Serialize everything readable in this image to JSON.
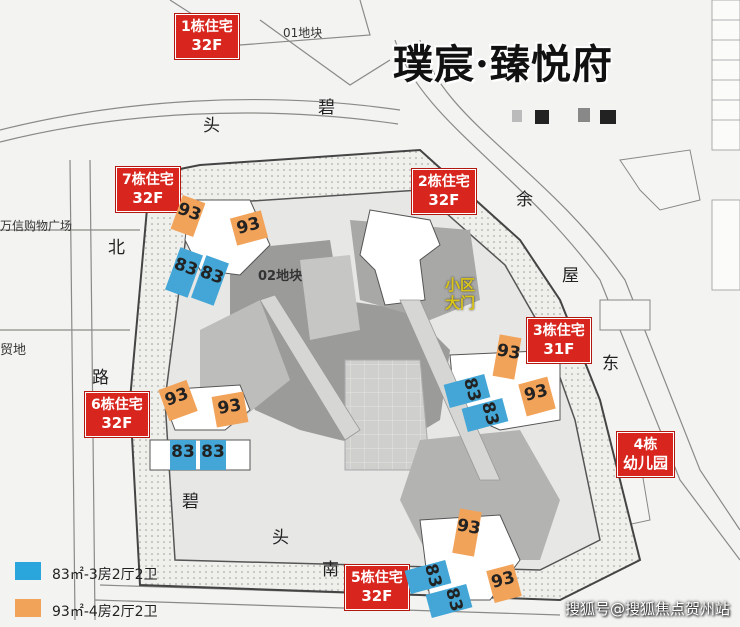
{
  "title": "璞宸·臻悦府",
  "parcels": {
    "p01": "01地块",
    "p02": "02地块"
  },
  "roads": {
    "north": [
      "碧",
      "头"
    ],
    "east": [
      "余",
      "屋",
      "东",
      "路"
    ],
    "west": [
      "北",
      "路"
    ],
    "south": [
      "碧",
      "头",
      "南"
    ]
  },
  "places": {
    "mall": "万信购物广场",
    "west_site": "贸地"
  },
  "gate": [
    "小区",
    "大门"
  ],
  "buildings": [
    {
      "id": "b1",
      "name": "1栋住宅",
      "floors": "32F"
    },
    {
      "id": "b2",
      "name": "2栋住宅",
      "floors": "32F"
    },
    {
      "id": "b3",
      "name": "3栋住宅",
      "floors": "31F"
    },
    {
      "id": "b4",
      "name": "4栋",
      "floors": "幼儿园"
    },
    {
      "id": "b5",
      "name": "5栋住宅",
      "floors": "32F"
    },
    {
      "id": "b6",
      "name": "6栋住宅",
      "floors": "32F"
    },
    {
      "id": "b7",
      "name": "7栋住宅",
      "floors": "32F"
    }
  ],
  "unit_labels": {
    "u93": "93",
    "u83": "83"
  },
  "legend": [
    {
      "color": "#2aa6dc",
      "label": "83㎡-3房2厅2卫"
    },
    {
      "color": "#f2a35a",
      "label": "93㎡-4房2厅2卫"
    }
  ],
  "watermark": "搜狐号@搜狐焦点贺州站",
  "colors": {
    "label_red": "#d8261e",
    "unit_orange": "#f2a35a",
    "unit_blue": "#43a6d6",
    "gate_yellow": "#d9c417"
  }
}
